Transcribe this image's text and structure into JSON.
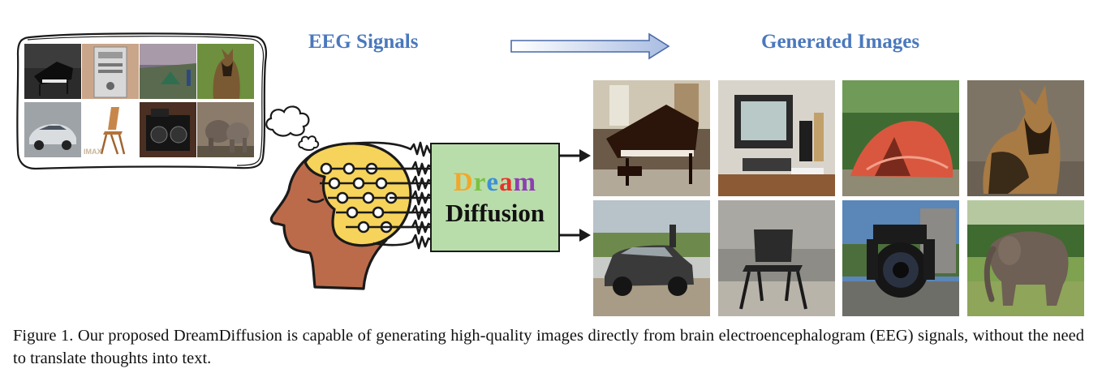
{
  "figure": {
    "eeg_heading": "EEG Signals",
    "generated_heading": "Generated Images",
    "model_name_part1_letters": [
      {
        "ch": "D",
        "color": "#f2a72b"
      },
      {
        "ch": "r",
        "color": "#7cc142"
      },
      {
        "ch": "e",
        "color": "#3d8fd6"
      },
      {
        "ch": "a",
        "color": "#e8322b"
      },
      {
        "ch": "m",
        "color": "#8e3fb3"
      }
    ],
    "model_name_part2": "Diffusion",
    "thought_images": [
      "grand-piano",
      "computer",
      "tent",
      "german-shepherd",
      "car",
      "folding-chair",
      "camera",
      "elephants"
    ],
    "thought_stamp": "IMAX",
    "generated_images": [
      "grand-piano",
      "computer",
      "tent",
      "german-shepherd",
      "suv",
      "chair",
      "camera",
      "elephant"
    ],
    "caption": "Figure 1. Our proposed DreamDiffusion is capable of generating high-quality images directly from brain electroencephalogram (EEG) signals, without the need to translate thoughts into text.",
    "colors": {
      "heading": "#4a78bd",
      "diffusion_box": "#b9ddaa",
      "brain": "#f6d35a",
      "face": "#bb6b4a"
    }
  }
}
